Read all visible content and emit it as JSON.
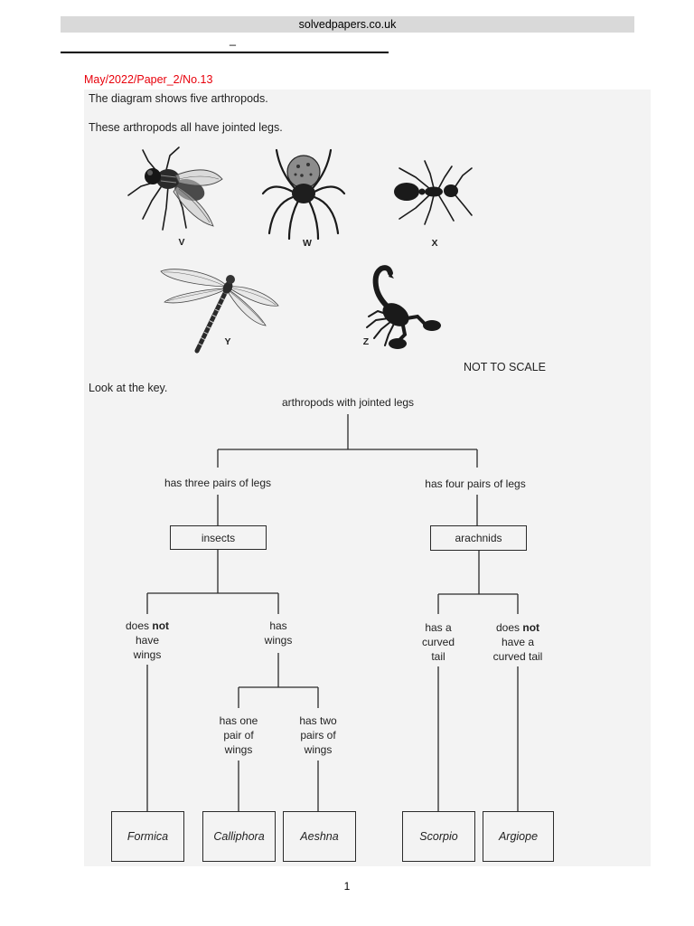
{
  "header": {
    "site_name": "solvedpapers.co.uk",
    "rule_mark": "_"
  },
  "question_ref": "May/2022/Paper_2/No.13",
  "question": {
    "line1": "The diagram shows five arthropods.",
    "line2": "These arthropods all have jointed legs.",
    "scale_note": "NOT TO SCALE",
    "key_intro": "Look at the key."
  },
  "arthropods": [
    {
      "label": "V",
      "icon": "fly-icon"
    },
    {
      "label": "W",
      "icon": "spider-icon"
    },
    {
      "label": "X",
      "icon": "ant-icon"
    },
    {
      "label": "Y",
      "icon": "dragonfly-icon"
    },
    {
      "label": "Z",
      "icon": "scorpion-icon"
    }
  ],
  "key": {
    "root": "arthropods with jointed legs",
    "three_pairs": "has three pairs of legs",
    "four_pairs": "has four pairs of legs",
    "insects": "insects",
    "arachnids": "arachnids",
    "no_wings": {
      "pre": "does",
      "bold": "not",
      "line2": "have",
      "line3": "wings"
    },
    "has_wings": {
      "line1": "has",
      "line2": "wings"
    },
    "curved_tail": {
      "line1": "has a",
      "line2": "curved",
      "line3": "tail"
    },
    "no_curved_tail": {
      "pre": "does",
      "bold": "not",
      "line2": "have a",
      "line3": "curved tail"
    },
    "one_pair": {
      "line1": "has one",
      "line2": "pair of",
      "line3": "wings"
    },
    "two_pairs": {
      "line1": "has two",
      "line2": "pairs of",
      "line3": "wings"
    },
    "genera": [
      "Formica",
      "Calliphora",
      "Aeshna",
      "Scorpio",
      "Argiope"
    ]
  },
  "colors": {
    "reference_red": "#e8000b",
    "header_band": "#d9d9d9",
    "scan_background": "#f3f3f3"
  },
  "page_number": "1"
}
